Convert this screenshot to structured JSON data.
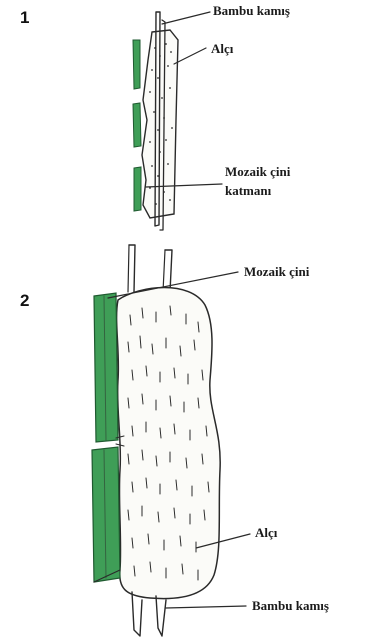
{
  "figure_1": {
    "number": "1",
    "labels": {
      "bamboo": "Bambu kamış",
      "plaster": "Alçı",
      "tile_layer_line1": "Mozaik çini",
      "tile_layer_line2": "katmanı"
    }
  },
  "figure_2": {
    "number": "2",
    "labels": {
      "mosaic_tile": "Mozaik çini",
      "plaster": "Alçı",
      "bamboo": "Bambu kamış"
    }
  },
  "colors": {
    "tile_green": "#3f9e57",
    "ink": "#2a2a2a",
    "plaster_fill": "#fbfbf8"
  }
}
